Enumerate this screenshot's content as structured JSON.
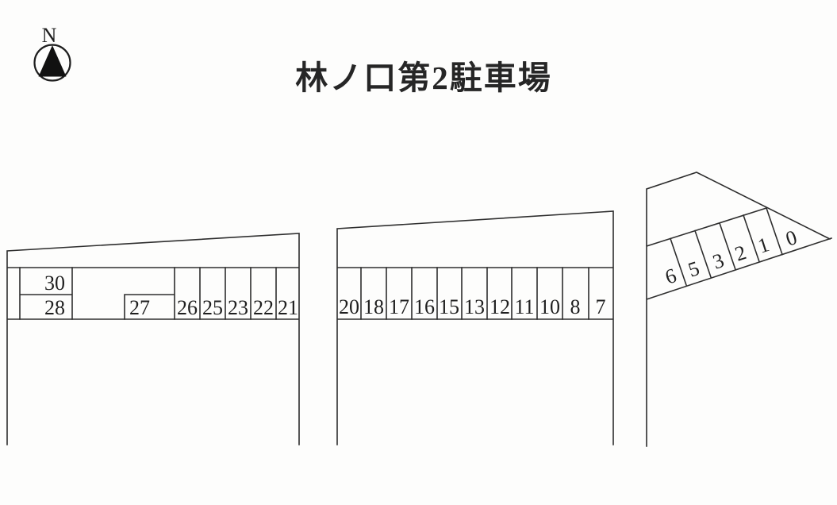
{
  "title": "林ノ口第2駐車場",
  "compass": {
    "label": "N"
  },
  "colors": {
    "paper": "#fdfdfc",
    "line": "#2e2e2e",
    "ink": "#1f1f1f"
  },
  "blocks": {
    "west": {
      "stacked_stalls": [
        "30",
        "28"
      ],
      "wide_stall": "27",
      "stalls": [
        "26",
        "25",
        "23",
        "22",
        "21"
      ]
    },
    "center": {
      "stalls": [
        "20",
        "18",
        "17",
        "16",
        "15",
        "13",
        "12",
        "11",
        "10",
        "8",
        "7"
      ]
    },
    "east": {
      "stalls": [
        "6",
        "5",
        "3",
        "2",
        "1",
        "0"
      ]
    }
  }
}
